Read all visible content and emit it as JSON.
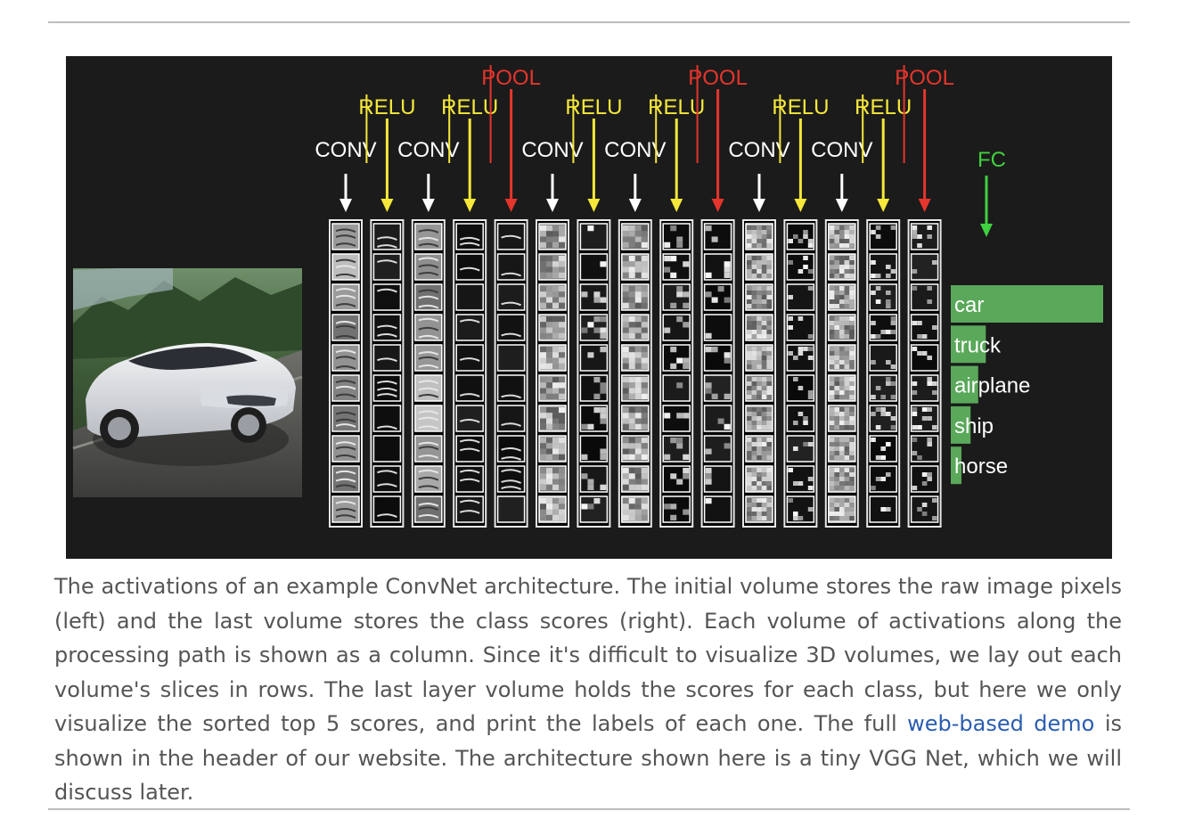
{
  "figure": {
    "layers": [
      {
        "type": "CONV",
        "color": "#ffffff"
      },
      {
        "type": "RELU",
        "color": "#f5e83a"
      },
      {
        "type": "CONV",
        "color": "#ffffff"
      },
      {
        "type": "RELU",
        "color": "#f5e83a"
      },
      {
        "type": "POOL",
        "color": "#e5352c"
      },
      {
        "type": "CONV",
        "color": "#ffffff"
      },
      {
        "type": "RELU",
        "color": "#f5e83a"
      },
      {
        "type": "CONV",
        "color": "#ffffff"
      },
      {
        "type": "RELU",
        "color": "#f5e83a"
      },
      {
        "type": "POOL",
        "color": "#e5352c"
      },
      {
        "type": "CONV",
        "color": "#ffffff"
      },
      {
        "type": "RELU",
        "color": "#f5e83a"
      },
      {
        "type": "CONV",
        "color": "#ffffff"
      },
      {
        "type": "RELU",
        "color": "#f5e83a"
      },
      {
        "type": "POOL",
        "color": "#e5352c"
      }
    ],
    "fc_label": "FC",
    "fc_color": "#3fd13f",
    "scores": [
      {
        "label": "car",
        "value": 1.0
      },
      {
        "label": "truck",
        "value": 0.23
      },
      {
        "label": "airplane",
        "value": 0.18
      },
      {
        "label": "ship",
        "value": 0.13
      },
      {
        "label": "horse",
        "value": 0.07
      }
    ],
    "bar_color": "#5aa85a",
    "input_image": "car-photo"
  },
  "caption": {
    "before_link": "The activations of an example ConvNet architecture. The initial volume stores the raw image pixels (left) and the last volume stores the class scores (right). Each volume of activations along the processing path is shown as a column. Since it's difficult to visualize 3D volumes, we lay out each volume's slices in rows. The last layer volume holds the scores for each class, but here we only visualize the sorted top 5 scores, and print the labels of each one. The full ",
    "link_text": "web-based demo",
    "after_link": " is shown in the header of our website. The architecture shown here is a tiny VGG Net, which we will discuss later."
  }
}
